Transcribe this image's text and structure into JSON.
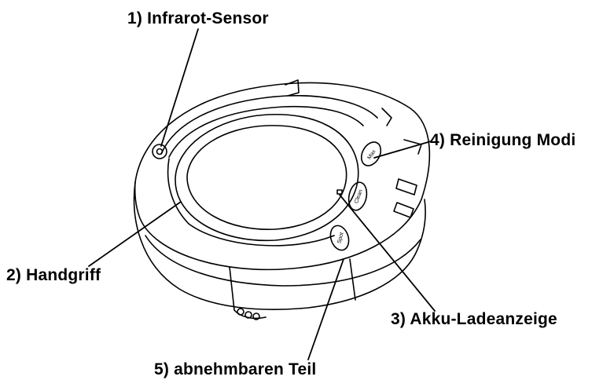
{
  "labels": {
    "l1": "1) Infrarot-Sensor",
    "l2": "2) Handgriff",
    "l3": "3) Akku-Ladeanzeige",
    "l4": "4) Reinigung Modi",
    "l5": "5) abnehmbaren Teil"
  },
  "buttons": {
    "max": "Max",
    "clean": "Clean",
    "spot": "Spot"
  },
  "colors": {
    "line": "#000000",
    "background": "#ffffff"
  }
}
